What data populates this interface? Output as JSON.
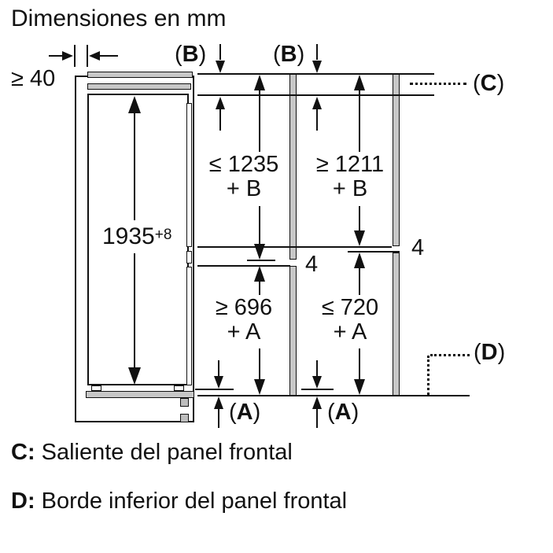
{
  "title": "Dimensiones en mm",
  "colors": {
    "ink": "#111111",
    "panel_gray": "#c7c7c7",
    "background": "#ffffff"
  },
  "drawing": {
    "top_clearance": "≥ 40",
    "appliance_height": "1935",
    "appliance_height_tolerance": "+8",
    "upper_left_door": {
      "value": "≤ 1235",
      "suffix": "+ B"
    },
    "upper_right_door": {
      "value": "≥ 1211",
      "suffix": "+ B"
    },
    "lower_left_door": {
      "value": "≥ 696",
      "suffix": "+ A"
    },
    "lower_right_door": {
      "value": "≤ 720",
      "suffix": "+ A"
    },
    "left_joint_gap": "4",
    "right_joint_gap": "4",
    "callouts": {
      "paren_open": "(",
      "paren_close": ")",
      "b_left": "B",
      "b_right": "B",
      "a_left": "A",
      "a_right": "A",
      "c": "C",
      "d": "D"
    }
  },
  "legend": [
    {
      "key": "C:",
      "text": "Saliente del panel frontal"
    },
    {
      "key": "D:",
      "text": "Borde inferior del panel frontal"
    }
  ]
}
